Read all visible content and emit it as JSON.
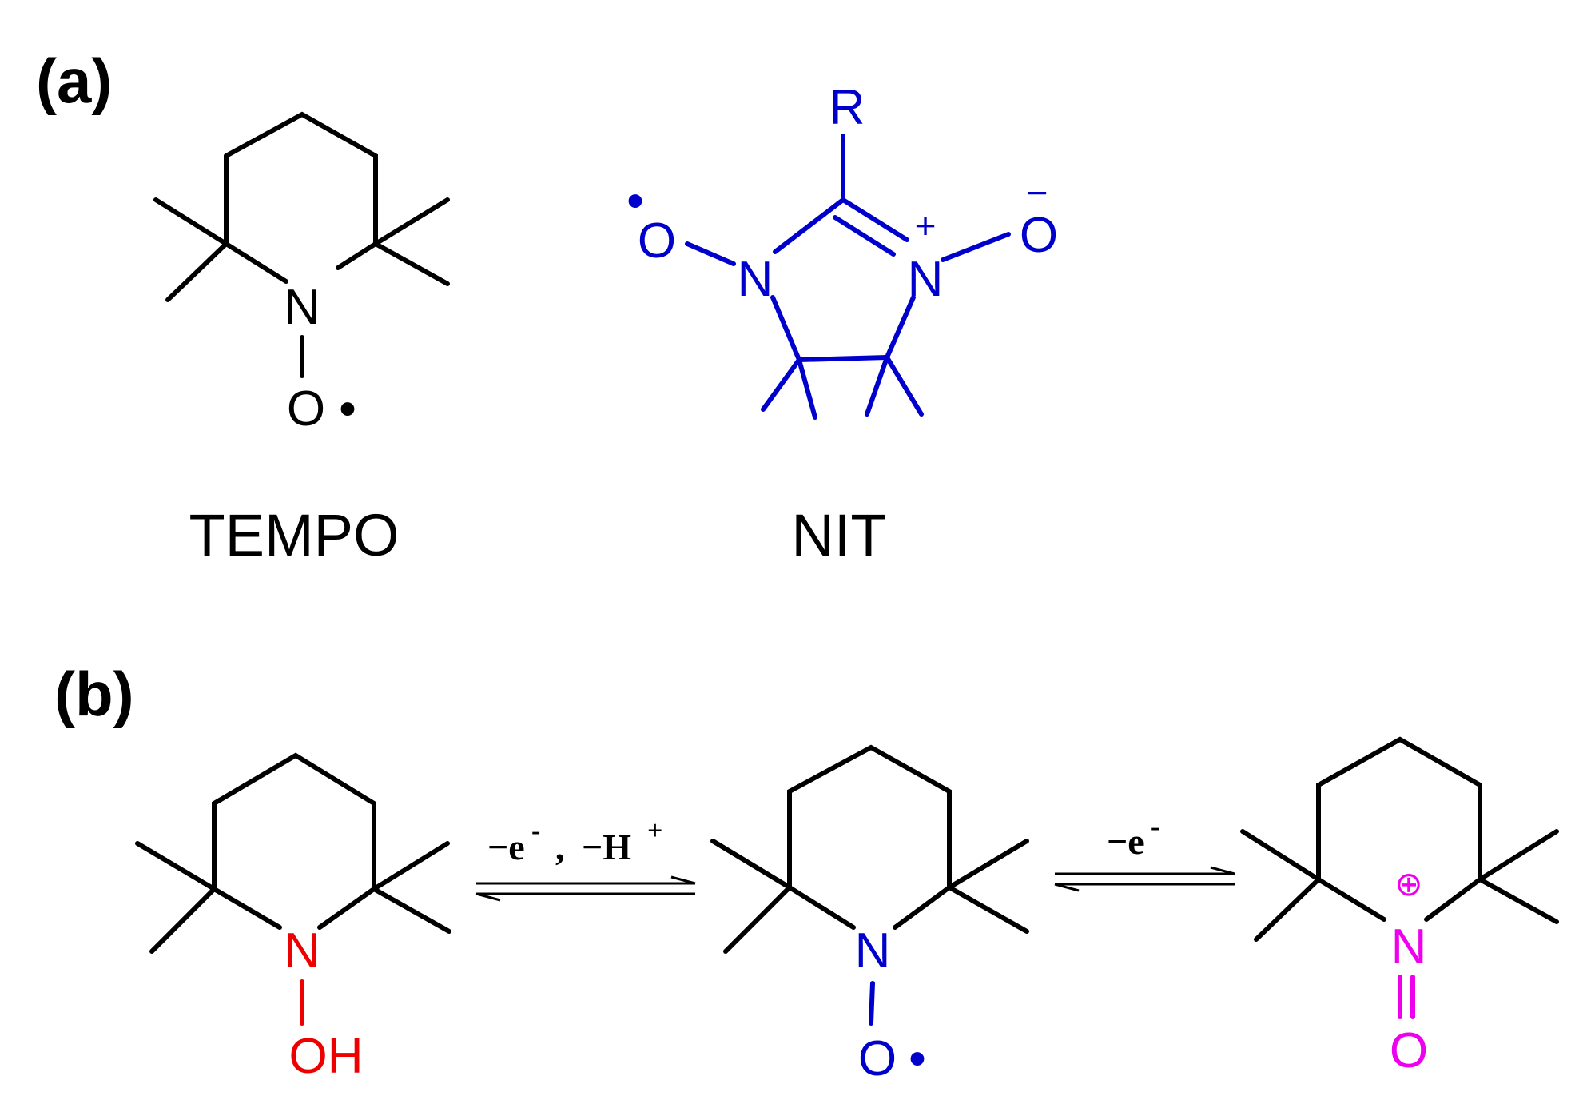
{
  "panels": {
    "a": "(a)",
    "b": "(b)"
  },
  "names": {
    "tempo": "TEMPO",
    "nit": "NIT"
  },
  "atoms": {
    "N": "N",
    "O": "O",
    "OH": "OH",
    "R": "R",
    "radical": "•",
    "plus": "+",
    "minus": "−",
    "circled_plus": "⊕"
  },
  "conditions": {
    "step1_e": "−e",
    "step1_sep": ",",
    "step1_h": "−H",
    "step1_e_sup": "-",
    "step1_h_sup": "+",
    "step2_e": "−e",
    "step2_e_sup": "-"
  },
  "colors": {
    "bond": "#000000",
    "nit": "#0000cc",
    "hydroxylamine": "#ee0000",
    "nitroxide": "#0000cc",
    "oxoammonium": "#ee00ee"
  }
}
